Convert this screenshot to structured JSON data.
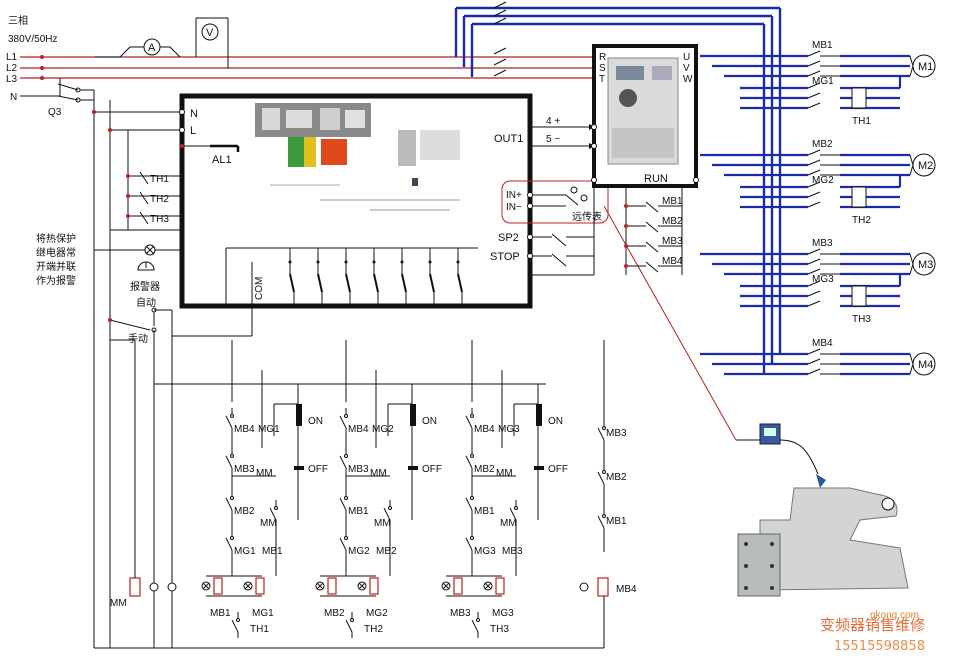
{
  "supply": {
    "phase": "三相",
    "voltage": "380V/50Hz",
    "lines": [
      "L1",
      "L2",
      "L3",
      "N"
    ],
    "ammeter": "A",
    "voltmeter": "V",
    "breaker": "Q3"
  },
  "controller": {
    "n": "N",
    "l": "L",
    "alarm_out": "AL1",
    "th_inputs": [
      "TH1",
      "TH2",
      "TH3"
    ],
    "com": "COM",
    "out1": "OUT1",
    "out_plus": "4 +",
    "out_minus": "5 −",
    "in_plus": "IN+",
    "in_minus": "IN−",
    "transmitter": "远传表",
    "sp2": "SP2",
    "stop": "STOP"
  },
  "inverter": {
    "inputs": [
      "R",
      "S",
      "T"
    ],
    "outputs": [
      "U",
      "V",
      "W"
    ],
    "run": "RUN",
    "run_contacts": [
      "MB1",
      "MB2",
      "MB3",
      "MB4"
    ]
  },
  "alarm": {
    "note": [
      "将热保护",
      "继电器常",
      "开端并联",
      "作为报警"
    ],
    "buzzer": "报警器",
    "auto": "自动",
    "manual": "手动"
  },
  "motors": [
    {
      "name": "M1",
      "mb": "MB1",
      "mg": "MG1",
      "th": "TH1"
    },
    {
      "name": "M2",
      "mb": "MB2",
      "mg": "MG2",
      "th": "TH2"
    },
    {
      "name": "M3",
      "mb": "MB3",
      "mg": "MG3",
      "th": "TH3"
    },
    {
      "name": "M4",
      "mb": "MB4"
    }
  ],
  "ladder": {
    "mm_coil": "MM",
    "groups": [
      {
        "left": [
          "MB4",
          "MB3",
          "MB2",
          "MG1"
        ],
        "mid": [
          "MM",
          "MM",
          "MB1"
        ],
        "mg_switch": "MG1",
        "on": "ON",
        "off": "OFF",
        "coils": [
          "MB1",
          "MG1"
        ],
        "th": "TH1"
      },
      {
        "left": [
          "MB4",
          "MB3",
          "MB1",
          "MG2"
        ],
        "mid": [
          "MM",
          "MM",
          "MB2"
        ],
        "mg_switch": "MG2",
        "on": "ON",
        "off": "OFF",
        "coils": [
          "MB2",
          "MG2"
        ],
        "th": "TH2"
      },
      {
        "left": [
          "MB4",
          "MB2",
          "MB1",
          "MG3"
        ],
        "mid": [
          "MM",
          "MM",
          "MB3"
        ],
        "mg_switch": "MG3",
        "on": "ON",
        "off": "OFF",
        "coils": [
          "MB3",
          "MG3"
        ],
        "th": "TH3"
      }
    ],
    "last_column": [
      "MB3",
      "MB2",
      "MB1"
    ],
    "last_coil": "MB4"
  },
  "watermark": {
    "line1": "变频器销售维修",
    "line2": "15515598858",
    "site": "gkong.com"
  }
}
